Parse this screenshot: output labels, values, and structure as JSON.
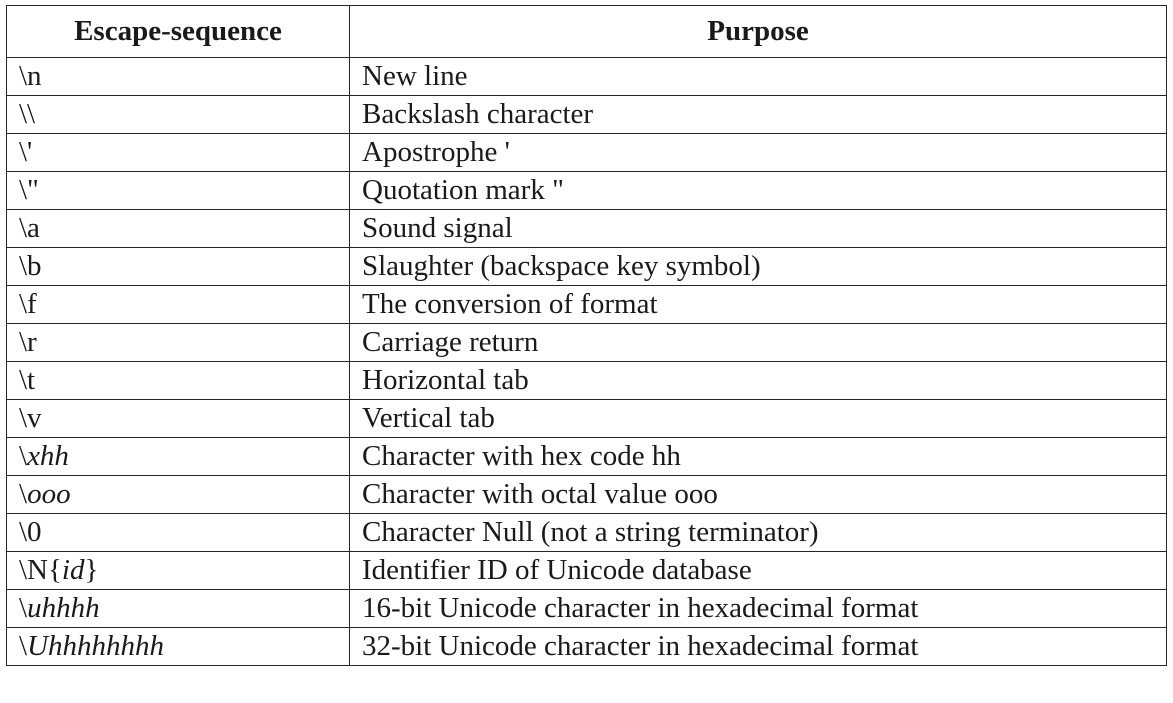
{
  "table": {
    "headers": [
      "Escape-sequence",
      "Purpose"
    ],
    "rows": [
      {
        "seq_prefix": "\\n",
        "seq_arg": "",
        "seq_suffix": "",
        "purpose": "New line"
      },
      {
        "seq_prefix": "\\\\",
        "seq_arg": "",
        "seq_suffix": "",
        "purpose": "Backslash character"
      },
      {
        "seq_prefix": "\\'",
        "seq_arg": "",
        "seq_suffix": "",
        "purpose": "Apostrophe '"
      },
      {
        "seq_prefix": "\\\"",
        "seq_arg": "",
        "seq_suffix": "",
        "purpose": "Quotation mark \""
      },
      {
        "seq_prefix": "\\a",
        "seq_arg": "",
        "seq_suffix": "",
        "purpose": "Sound signal"
      },
      {
        "seq_prefix": "\\b",
        "seq_arg": "",
        "seq_suffix": "",
        "purpose": "Slaughter (backspace key symbol)"
      },
      {
        "seq_prefix": "\\f",
        "seq_arg": "",
        "seq_suffix": "",
        "purpose": "The conversion of format"
      },
      {
        "seq_prefix": "\\r",
        "seq_arg": "",
        "seq_suffix": "",
        "purpose": "Carriage return"
      },
      {
        "seq_prefix": "\\t",
        "seq_arg": "",
        "seq_suffix": "",
        "purpose": "Horizontal tab"
      },
      {
        "seq_prefix": "\\v",
        "seq_arg": "",
        "seq_suffix": "",
        "purpose": "Vertical tab"
      },
      {
        "seq_prefix": "\\",
        "seq_arg": "xhh",
        "seq_suffix": "",
        "purpose": "Character with hex code hh"
      },
      {
        "seq_prefix": "\\",
        "seq_arg": "ooo",
        "seq_suffix": "",
        "purpose": "Character with octal value ooo"
      },
      {
        "seq_prefix": "\\0",
        "seq_arg": "",
        "seq_suffix": "",
        "purpose": "Character Null (not a string terminator)"
      },
      {
        "seq_prefix": "\\N{",
        "seq_arg": "id",
        "seq_suffix": "}",
        "purpose": "Identifier ID of Unicode database"
      },
      {
        "seq_prefix": "\\",
        "seq_arg": "uhhhh",
        "seq_suffix": "",
        "purpose": "16-bit Unicode character in hexadecimal format"
      },
      {
        "seq_prefix": "\\",
        "seq_arg": "Uhhhhhhhh",
        "seq_suffix": "",
        "purpose": "32-bit Unicode character in hexadecimal format"
      }
    ]
  }
}
